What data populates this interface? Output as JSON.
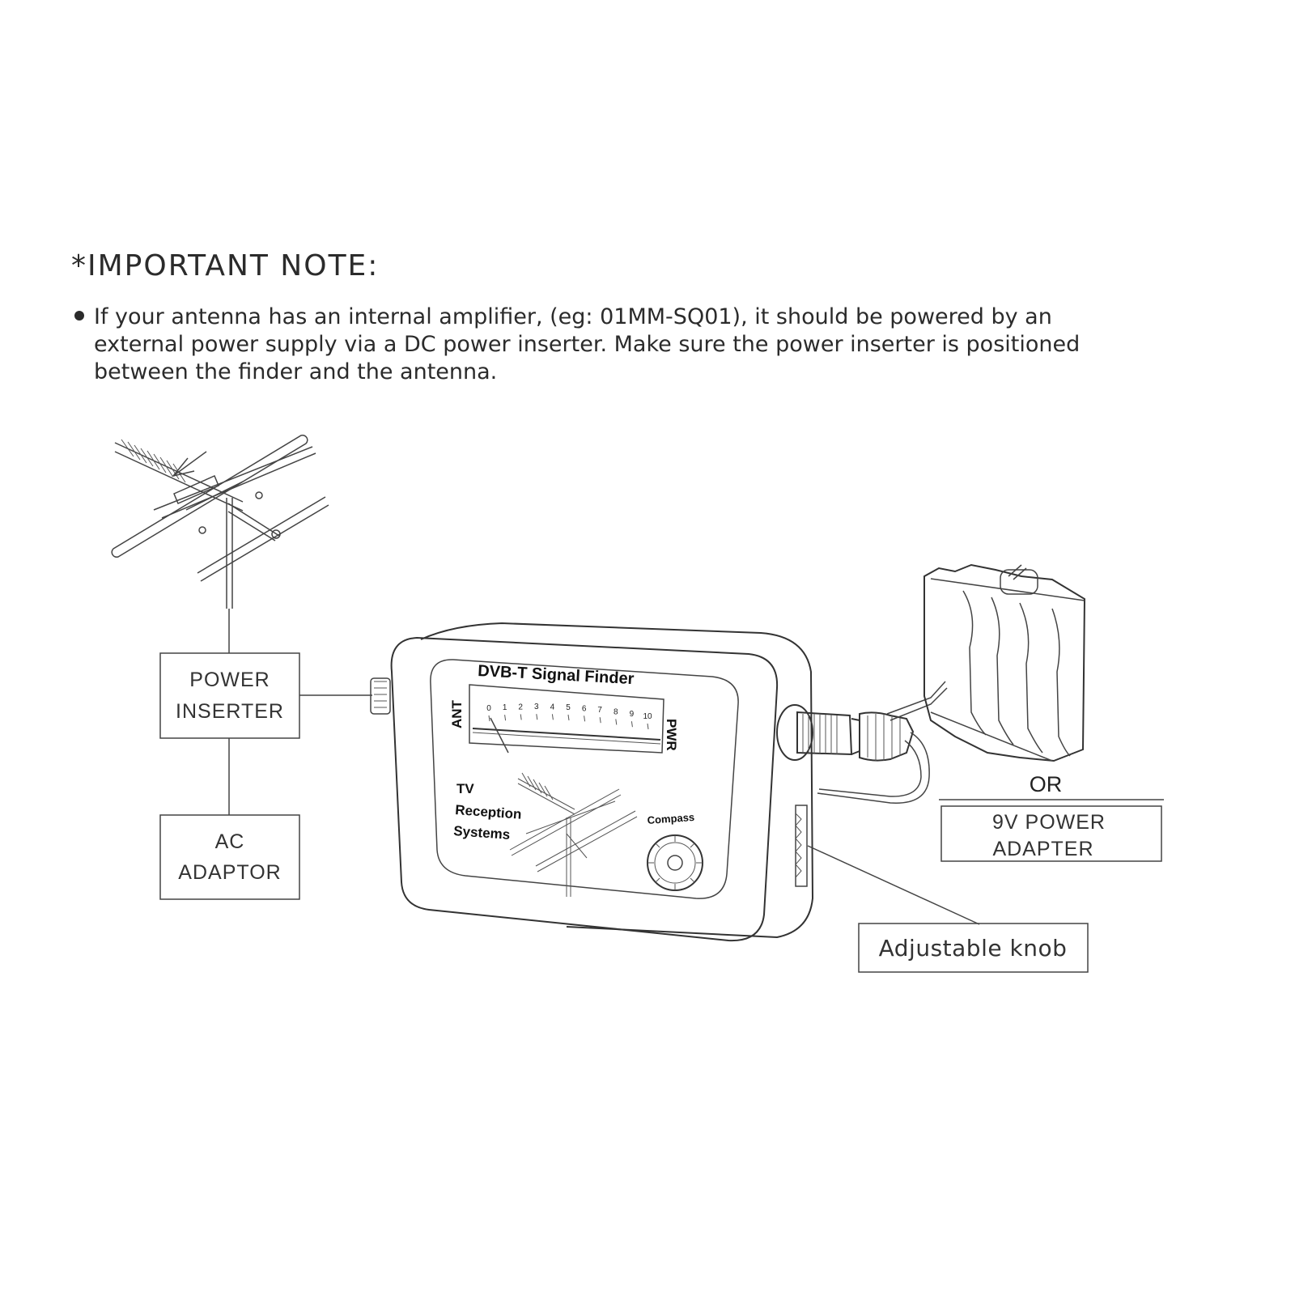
{
  "note": {
    "heading": "*IMPORTANT  NOTE:",
    "lines": [
      "If your antenna has an internal amplifier, (eg: 01MM-SQ01), it should be powered by an",
      "external power supply via a DC power inserter. Make sure the power inserter is positioned",
      "between the finder and the antenna."
    ]
  },
  "boxes": {
    "power_inserter": [
      "POWER",
      "INSERTER"
    ],
    "ac_adaptor": [
      "AC",
      "ADAPTOR"
    ],
    "power_adapter_9v": [
      "9V POWER",
      "ADAPTER"
    ],
    "adjustable_knob": "Adjustable knob"
  },
  "or_label": "OR",
  "device": {
    "title": "DVB-T Signal Finder",
    "ant_label": "ANT",
    "pwr_label": "PWR",
    "scale_ticks": [
      "0",
      "1",
      "2",
      "3",
      "4",
      "5",
      "6",
      "7",
      "8",
      "9",
      "10"
    ],
    "meter_value": 0,
    "brand_lines": [
      "TV",
      "Reception",
      "Systems"
    ],
    "compass_label": "Compass"
  }
}
